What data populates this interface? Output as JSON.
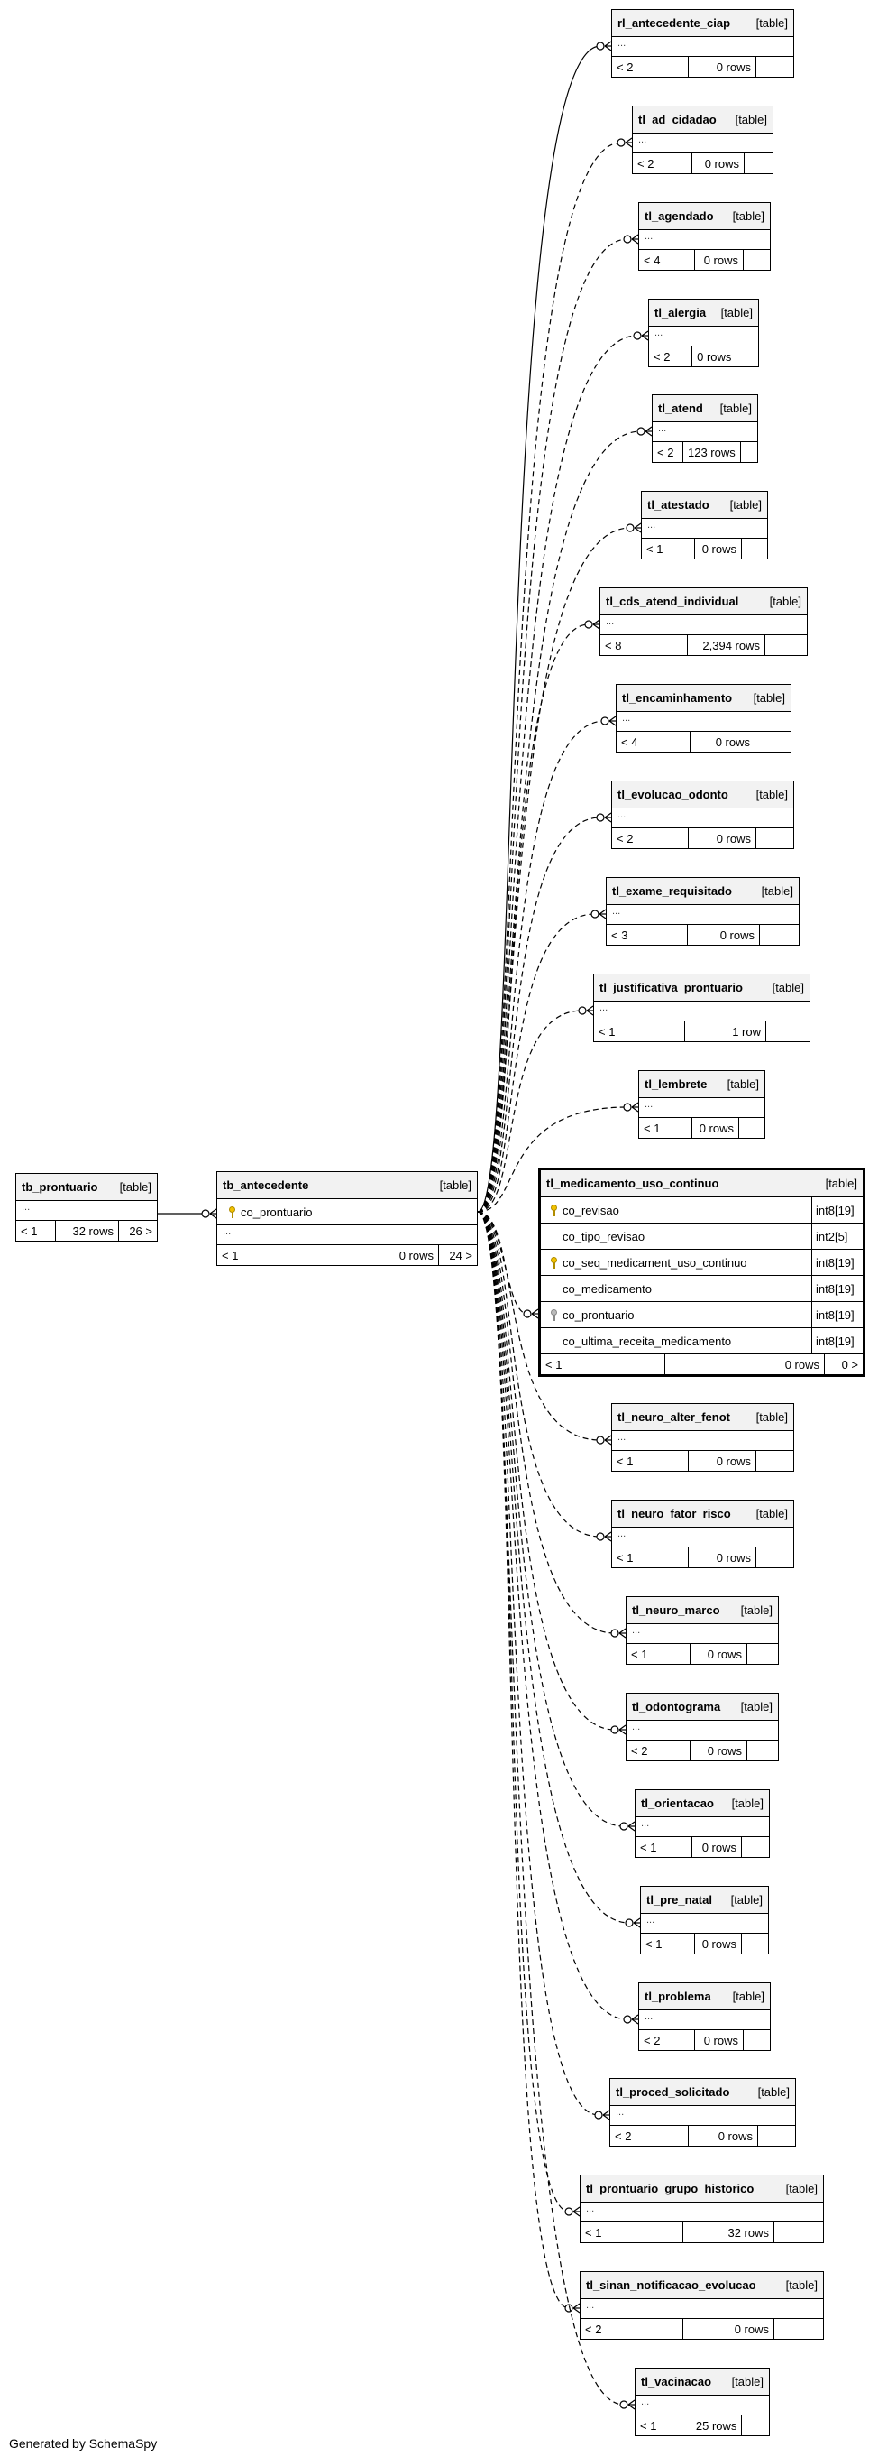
{
  "footer": "Generated by SchemaSpy",
  "table_tag": "[table]",
  "ellipsis": "...",
  "parent": {
    "name": "tb_prontuario",
    "parents": "< 1",
    "rows": "32 rows",
    "children": "26 >"
  },
  "center": {
    "name": "tb_antecedente",
    "key_column": "co_prontuario",
    "parents": "< 1",
    "rows": "0 rows",
    "children": "24 >"
  },
  "focus": {
    "name": "tl_medicamento_uso_continuo",
    "columns": [
      {
        "name": "co_revisao",
        "type": "int8[19]",
        "key": "primary"
      },
      {
        "name": "co_tipo_revisao",
        "type": "int2[5]",
        "key": ""
      },
      {
        "name": "co_seq_medicament_uso_continuo",
        "type": "int8[19]",
        "key": "primary"
      },
      {
        "name": "co_medicamento",
        "type": "int8[19]",
        "key": ""
      },
      {
        "name": "co_prontuario",
        "type": "int8[19]",
        "key": "foreign"
      },
      {
        "name": "co_ultima_receita_medicamento",
        "type": "int8[19]",
        "key": ""
      }
    ],
    "parents": "< 1",
    "rows": "0 rows",
    "children": "0 >"
  },
  "children": [
    {
      "name": "rl_antecedente_ciap",
      "parents": "< 2",
      "rows": "0 rows",
      "solid": true
    },
    {
      "name": "tl_ad_cidadao",
      "parents": "< 2",
      "rows": "0 rows"
    },
    {
      "name": "tl_agendado",
      "parents": "< 4",
      "rows": "0 rows"
    },
    {
      "name": "tl_alergia",
      "parents": "< 2",
      "rows": "0 rows"
    },
    {
      "name": "tl_atend",
      "parents": "< 2",
      "rows": "123 rows"
    },
    {
      "name": "tl_atestado",
      "parents": "< 1",
      "rows": "0 rows"
    },
    {
      "name": "tl_cds_atend_individual",
      "parents": "< 8",
      "rows": "2,394 rows"
    },
    {
      "name": "tl_encaminhamento",
      "parents": "< 4",
      "rows": "0 rows"
    },
    {
      "name": "tl_evolucao_odonto",
      "parents": "< 2",
      "rows": "0 rows"
    },
    {
      "name": "tl_exame_requisitado",
      "parents": "< 3",
      "rows": "0 rows"
    },
    {
      "name": "tl_justificativa_prontuario",
      "parents": "< 1",
      "rows": "1 row"
    },
    {
      "name": "tl_lembrete",
      "parents": "< 1",
      "rows": "0 rows"
    },
    {
      "name": "tl_neuro_alter_fenot",
      "parents": "< 1",
      "rows": "0 rows"
    },
    {
      "name": "tl_neuro_fator_risco",
      "parents": "< 1",
      "rows": "0 rows"
    },
    {
      "name": "tl_neuro_marco",
      "parents": "< 1",
      "rows": "0 rows"
    },
    {
      "name": "tl_odontograma",
      "parents": "< 2",
      "rows": "0 rows"
    },
    {
      "name": "tl_orientacao",
      "parents": "< 1",
      "rows": "0 rows"
    },
    {
      "name": "tl_pre_natal",
      "parents": "< 1",
      "rows": "0 rows"
    },
    {
      "name": "tl_problema",
      "parents": "< 2",
      "rows": "0 rows"
    },
    {
      "name": "tl_proced_solicitado",
      "parents": "< 2",
      "rows": "0 rows"
    },
    {
      "name": "tl_prontuario_grupo_historico",
      "parents": "< 1",
      "rows": "32 rows"
    },
    {
      "name": "tl_sinan_notificacao_evolucao",
      "parents": "< 2",
      "rows": "0 rows"
    },
    {
      "name": "tl_vacinacao",
      "parents": "< 1",
      "rows": "25 rows"
    }
  ]
}
